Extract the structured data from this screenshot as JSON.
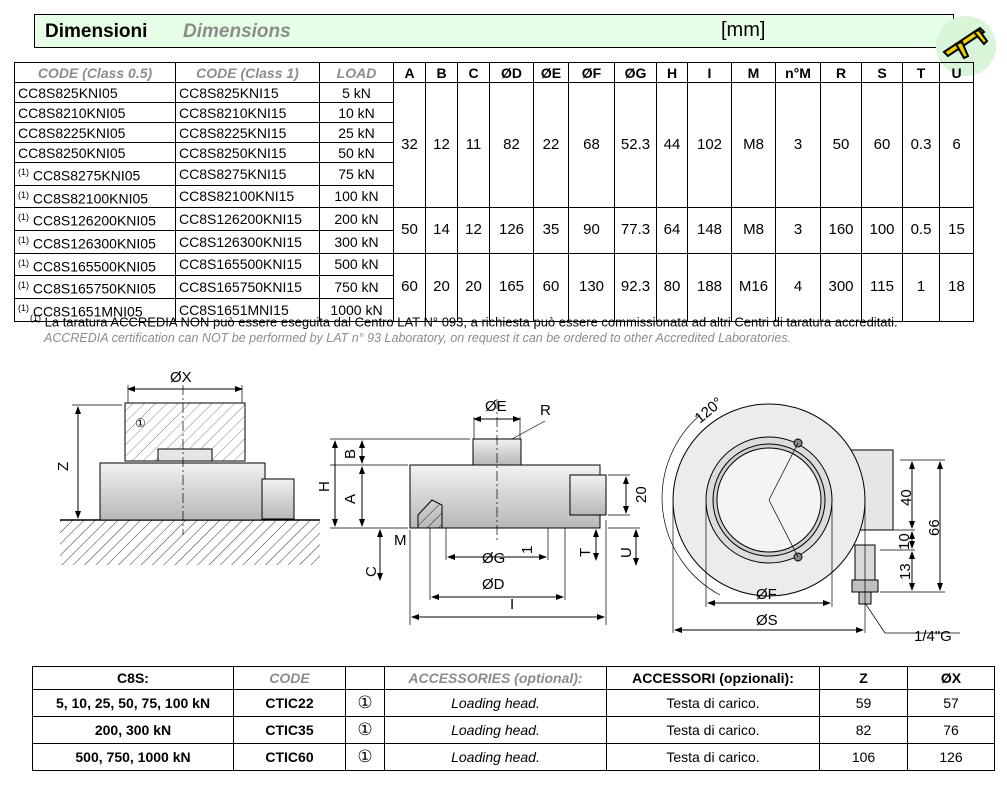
{
  "header": {
    "title_it": "Dimensioni",
    "title_en": "Dimensions",
    "unit": "[mm]"
  },
  "logo": {
    "icon": "caliper-icon"
  },
  "table": {
    "headers": [
      "CODE (Class 0.5)",
      "CODE (Class 1)",
      "LOAD",
      "A",
      "B",
      "C",
      "ØD",
      "ØE",
      "ØF",
      "ØG",
      "H",
      "I",
      "M",
      "n°M",
      "R",
      "S",
      "T",
      "U"
    ],
    "rows": [
      {
        "note": "",
        "code05": "CC8S825KNI05",
        "code1": "CC8S825KNI15",
        "load": "5 kN"
      },
      {
        "note": "",
        "code05": "CC8S8210KNI05",
        "code1": "CC8S8210KNI15",
        "load": "10 kN"
      },
      {
        "note": "",
        "code05": "CC8S8225KNI05",
        "code1": "CC8S8225KNI15",
        "load": "25 kN"
      },
      {
        "note": "",
        "code05": "CC8S8250KNI05",
        "code1": "CC8S8250KNI15",
        "load": "50 kN"
      },
      {
        "note": "(1)",
        "code05": "CC8S8275KNI05",
        "code1": "CC8S8275KNI15",
        "load": "75 kN"
      },
      {
        "note": "(1)",
        "code05": "CC8S82100KNI05",
        "code1": "CC8S82100KNI15",
        "load": "100 kN"
      },
      {
        "note": "(1)",
        "code05": "CC8S126200KNI05",
        "code1": "CC8S126200KNI15",
        "load": "200 kN"
      },
      {
        "note": "(1)",
        "code05": "CC8S126300KNI05",
        "code1": "CC8S126300KNI15",
        "load": "300 kN"
      },
      {
        "note": "(1)",
        "code05": "CC8S165500KNI05",
        "code1": "CC8S165500KNI15",
        "load": "500 kN"
      },
      {
        "note": "(1)",
        "code05": "CC8S165750KNI05",
        "code1": "CC8S165750KNI15",
        "load": "750 kN"
      },
      {
        "note": "(1)",
        "code05": "CC8S1651MNI05",
        "code1": "CC8S1651MNI15",
        "load": "1000 kN"
      }
    ],
    "groups": [
      {
        "values": [
          "32",
          "12",
          "11",
          "82",
          "22",
          "68",
          "52.3",
          "44",
          "102",
          "M8",
          "3",
          "50",
          "60",
          "0.3",
          "6"
        ]
      },
      {
        "values": [
          "50",
          "14",
          "12",
          "126",
          "35",
          "90",
          "77.3",
          "64",
          "148",
          "M8",
          "3",
          "160",
          "100",
          "0.5",
          "15"
        ]
      },
      {
        "values": [
          "60",
          "20",
          "20",
          "165",
          "60",
          "130",
          "92.3",
          "80",
          "188",
          "M16",
          "4",
          "300",
          "115",
          "1",
          "18"
        ]
      }
    ]
  },
  "notes": {
    "marker": "(1)",
    "it": "La taratura ACCREDIA NON può essere eseguita dal Centro LAT N° 093, a richiesta può essere commissionata ad altri Centri di taratura accreditati.",
    "en": "ACCREDIA certification can NOT be performed by LAT n° 93 Laboratory, on request it can be ordered to other Accredited Laboratories."
  },
  "drawing": {
    "labels": {
      "ox": "ØX",
      "z": "Z",
      "oe": "ØE",
      "r": "R",
      "b": "B",
      "h": "H",
      "a": "A",
      "n20": "20",
      "m": "M",
      "c": "C",
      "og": "ØG",
      "n1": "1",
      "t": "T",
      "u": "U",
      "od": "ØD",
      "i": "I",
      "angle": "120°",
      "n40": "40",
      "n66": "66",
      "n10": "10",
      "n13": "13",
      "of": "ØF",
      "os": "ØS",
      "thread": "1/4\"G",
      "circled1": "①"
    }
  },
  "accessories": {
    "headers": {
      "c8s": "C8S:",
      "code": "CODE",
      "acc_en": "ACCESSORIES (optional):",
      "acc_it": "ACCESSORI (opzionali):",
      "z": "Z",
      "ox": "ØX"
    },
    "rows": [
      {
        "range": "5, 10, 25, 50, 75, 100 kN",
        "code": "CTIC22",
        "symbol": "①",
        "en": "Loading head.",
        "it": "Testa di carico.",
        "z": "59",
        "ox": "57"
      },
      {
        "range": "200, 300 kN",
        "code": "CTIC35",
        "symbol": "①",
        "en": "Loading head.",
        "it": "Testa di carico.",
        "z": "82",
        "ox": "76"
      },
      {
        "range": "500, 750, 1000 kN",
        "code": "CTIC60",
        "symbol": "①",
        "en": "Loading head.",
        "it": "Testa di carico.",
        "z": "106",
        "ox": "126"
      }
    ]
  }
}
